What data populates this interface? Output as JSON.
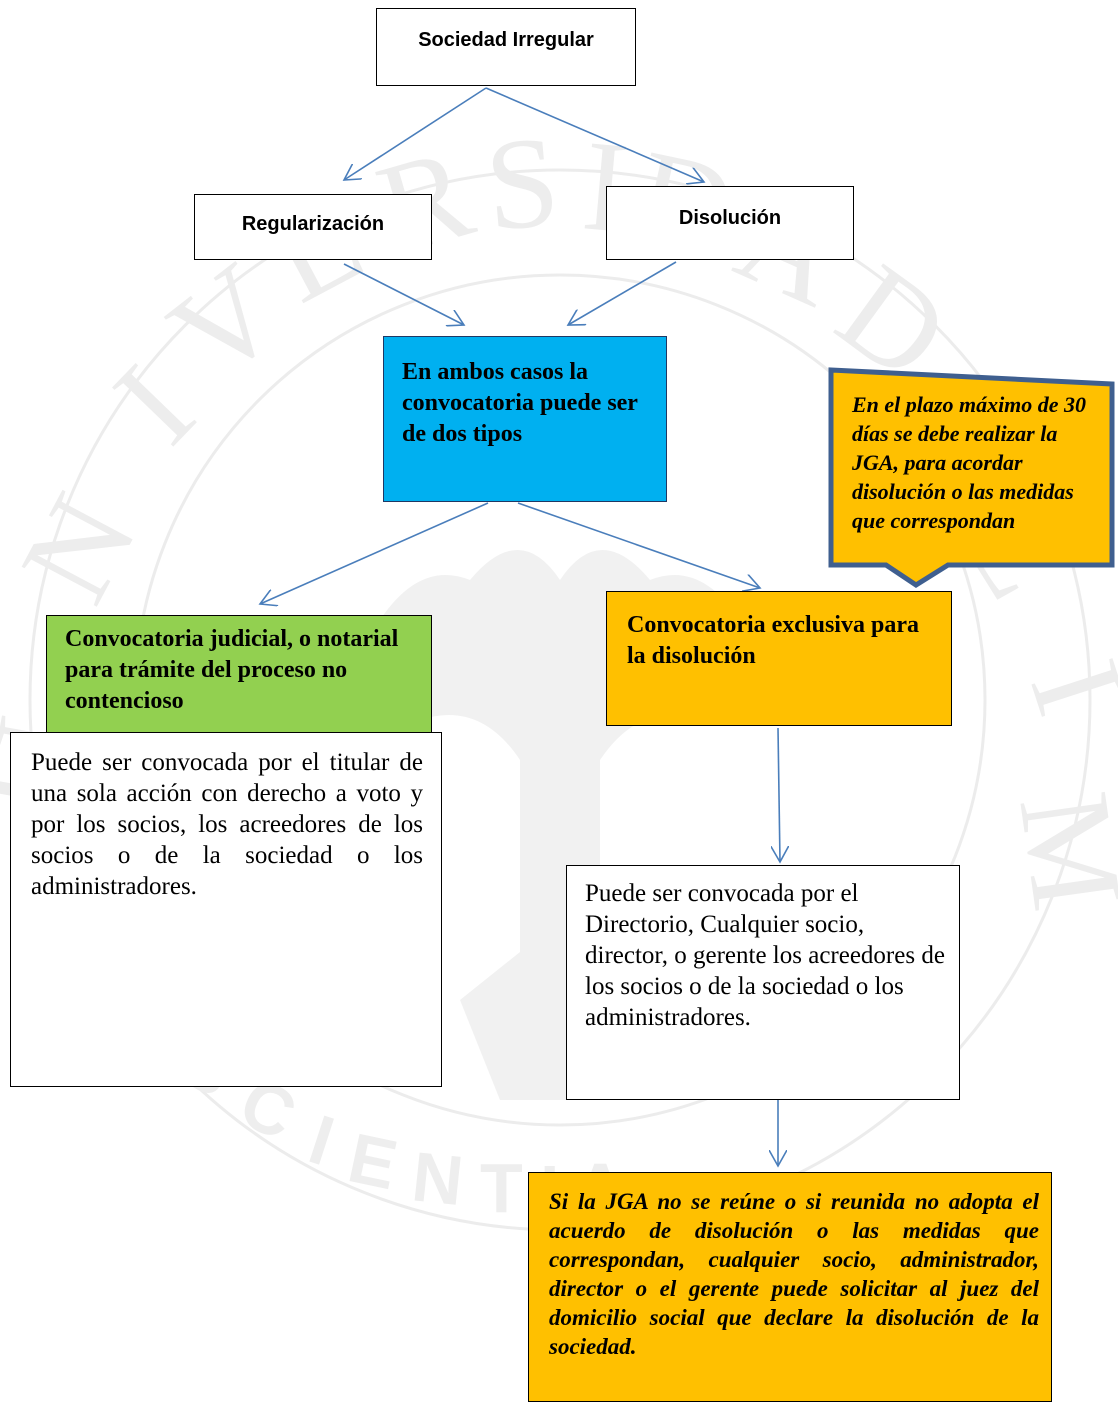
{
  "watermark": {
    "text_top": "UNIVERSIDAD DE LIMA",
    "text_bottom": "SCIENTIA"
  },
  "nodes": {
    "top": "Sociedad Irregular",
    "regularizacion": "Regularización",
    "disolucion": "Disolución",
    "ambos": "En ambos casos la convocatoria puede ser de dos tipos",
    "judicial": "Convocatoria judicial, o notarial para trámite del proceso no contencioso",
    "exclusiva": "Convocatoria exclusiva para la disolución",
    "left_detail": "Puede ser convocada por el titular de una sola acción con derecho a voto y por los socios, los acreedores de los socios o de la sociedad o los administradores.",
    "right_detail": "Puede ser convocada por el Directorio, Cualquier socio, director, o gerente los acreedores de los socios o de la sociedad o los administradores.",
    "final": "Si la JGA no se reúne o si reunida no adopta el acuerdo de disolución o las medidas que correspondan, cualquier socio, administrador, director o el gerente puede solicitar al juez del domicilio social que declare la disolución de la sociedad.",
    "callout": "En el plazo máximo de 30 días se debe realizar la JGA, para acordar disolución o las medidas que correspondan"
  },
  "colors": {
    "blue_box": "#00b0f0",
    "green_box": "#92d050",
    "orange_box": "#ffc000",
    "arrow": "#4a7ebb",
    "callout_border": "#3f5f8f",
    "watermark": "#ececec"
  }
}
